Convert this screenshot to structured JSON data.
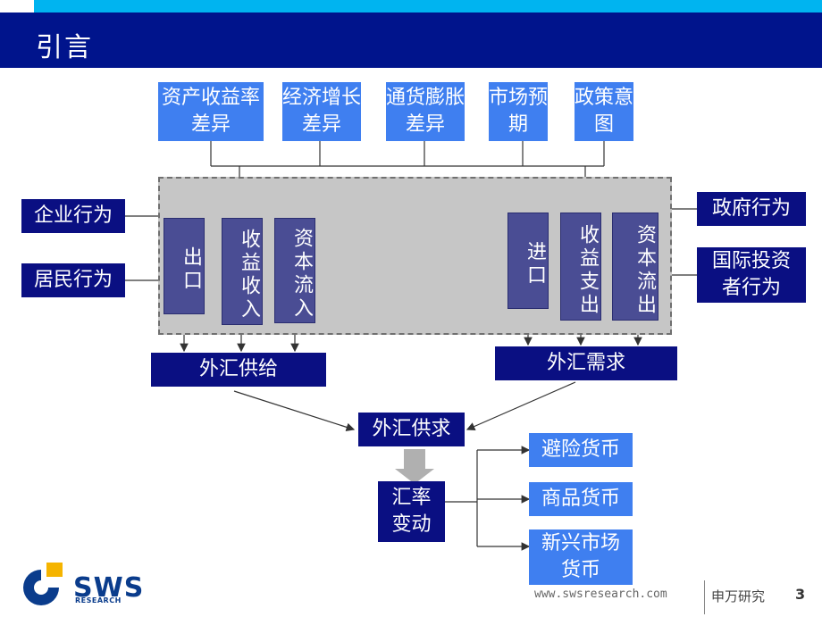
{
  "header": {
    "title": "引言"
  },
  "factors": [
    "资产收益率差异",
    "经济增长差异",
    "通货膨胀差异",
    "市场预期",
    "政策意图"
  ],
  "actors": {
    "enterprise": "企业行为",
    "resident": "居民行为",
    "government": "政府行为",
    "international": "国际投资者行为"
  },
  "supply_items": [
    "出口",
    "收益收入",
    "资本流入"
  ],
  "demand_items": [
    "进口",
    "收益支出",
    "资本流出"
  ],
  "supply": "外汇供给",
  "demand": "外汇需求",
  "supply_demand": "外汇供求",
  "rate_change": "汇率变动",
  "currencies": [
    "避险货币",
    "商品货币",
    "新兴市场货币"
  ],
  "footer": {
    "logo": "SWS",
    "logo_sub": "RESEARCH",
    "url": "www.swsresearch.com",
    "company": "申万研究",
    "page": "3"
  }
}
